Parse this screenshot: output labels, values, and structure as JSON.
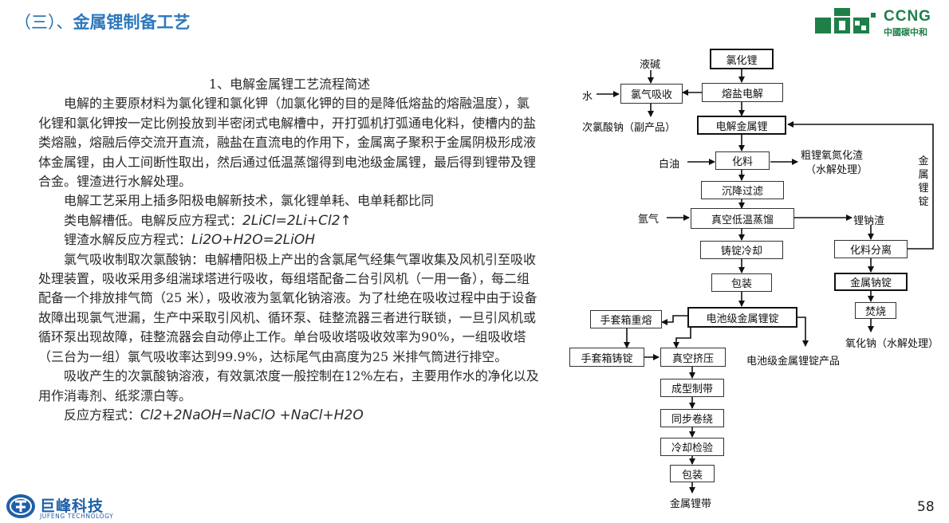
{
  "header": {
    "title_prefix": "（三）、",
    "title_main": "金属锂制备工艺"
  },
  "top_logo": {
    "brand": "CCNG",
    "subtitle": "中國碳中和",
    "color": "#1e7f49"
  },
  "body_text": {
    "heading": "1、电解金属锂工艺流程简述",
    "p1": "电解的主要原材料为氯化锂和氯化钾（加氯化钾的目的是降低熔盐的熔融温度），氯化锂和氯化钾按一定比例投放到半密闭式电解槽中，开打弧机打弧通电化料，使槽内的盐类熔融，熔融后停交流开直流，融盐在直流电的作用下，金属离子聚积于金属阴极形成液体金属锂，由人工间断性取出，然后通过低温蒸馏得到电池级金属锂，最后得到锂带及锂合金。锂渣进行水解处理。",
    "p2a": "电解工艺采用上插多阳极电解新技术，氯化锂单耗、电单耗都比同",
    "p2b": "类电解槽低。电解反应方程式：",
    "eq1": "2LiCl=2Li+Cl2↑",
    "p3": "锂渣水解反应方程式：",
    "eq2": "Li2O+H2O=2LiOH",
    "p4": "氯气吸收制取次氯酸钠：电解槽阳极上产出的含氯尾气经集气罩收集及风机引至吸收处理装置，吸收采用多组湍球塔进行吸收，每组塔配备二台引风机（一用一备），每二组配备一个排放排气筒（25 米），吸收液为氢氧化钠溶液。为了杜绝在吸收过程中由于设备故障出现氯气泄漏，生产中采取引风机、循环泵、硅整流器三者进行联锁，一旦引风机或循环泵出现故障，硅整流器会自动停止工作。单台吸收塔吸收效率为90%，一组吸收塔（三台为一组）氯气吸收率达到99.9%，达标尾气由高度为25 米排气筒进行排空。",
    "p5": "吸收产生的次氯酸钠溶液，有效氯浓度一般控制在12%左右，主要用作水的净化以及用作消毒剂、纸浆漂白等。",
    "p6": "反应方程式：",
    "eq3": "Cl2+2NaOH=NaClO +NaCl+H2O"
  },
  "flow": {
    "b_licl": "氯化锂",
    "b_melt": "熔盐电解",
    "b_cl_abs": "氯气吸收",
    "b_elec": "电解金属锂",
    "b_hua": "化料",
    "b_settle": "沉降过滤",
    "b_vac": "真空低温蒸馏",
    "b_cast": "铸锭冷却",
    "b_pack1": "包装",
    "b_battery": "电池级金属锂锭",
    "b_glove_remelt": "手套箱重熔",
    "b_glove_cast": "手套箱铸锭",
    "b_extrude": "真空挤压",
    "b_form": "成型制带",
    "b_roll": "同步卷绕",
    "b_cool": "冷却检验",
    "b_pack2": "包装",
    "b_sep": "化料分离",
    "b_na": "金属钠锭",
    "b_burn": "焚烧",
    "l_lye": "液碱",
    "l_water": "水",
    "l_naclo": "次氯酸钠（副产品）",
    "l_white_oil": "白油",
    "l_residue": "粗锂氧氮化渣",
    "l_residue2": "（水解处理）",
    "l_argon": "氩气",
    "l_lina_slag": "锂钠渣",
    "l_recycle": "金属锂锭",
    "l_battery_product": "电池级金属锂锭产品",
    "l_li_strip": "金属锂带",
    "l_nacl": "氧化钠（水解处理）"
  },
  "footer": {
    "brand_cn": "巨峰科技",
    "brand_en": "JUFENG TECHNOLOGY",
    "page": "58"
  }
}
